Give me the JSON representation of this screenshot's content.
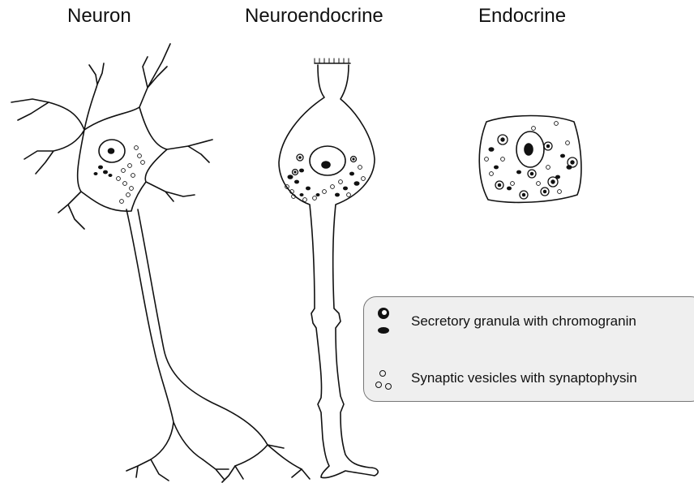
{
  "titles": {
    "neuron": "Neuron",
    "neuroendocrine": "Neuroendocrine",
    "endocrine": "Endocrine"
  },
  "legend": {
    "granules": {
      "label": "Secretory granula with chromogranin",
      "icon": "granule-icon",
      "color": "#000000"
    },
    "vesicles": {
      "label": "Synaptic vesicles with synaptophysin",
      "icon": "vesicle-icon",
      "color": "#000000"
    }
  },
  "colors": {
    "background": "#ffffff",
    "outline": "#111111",
    "legend_background": "#efefef"
  }
}
